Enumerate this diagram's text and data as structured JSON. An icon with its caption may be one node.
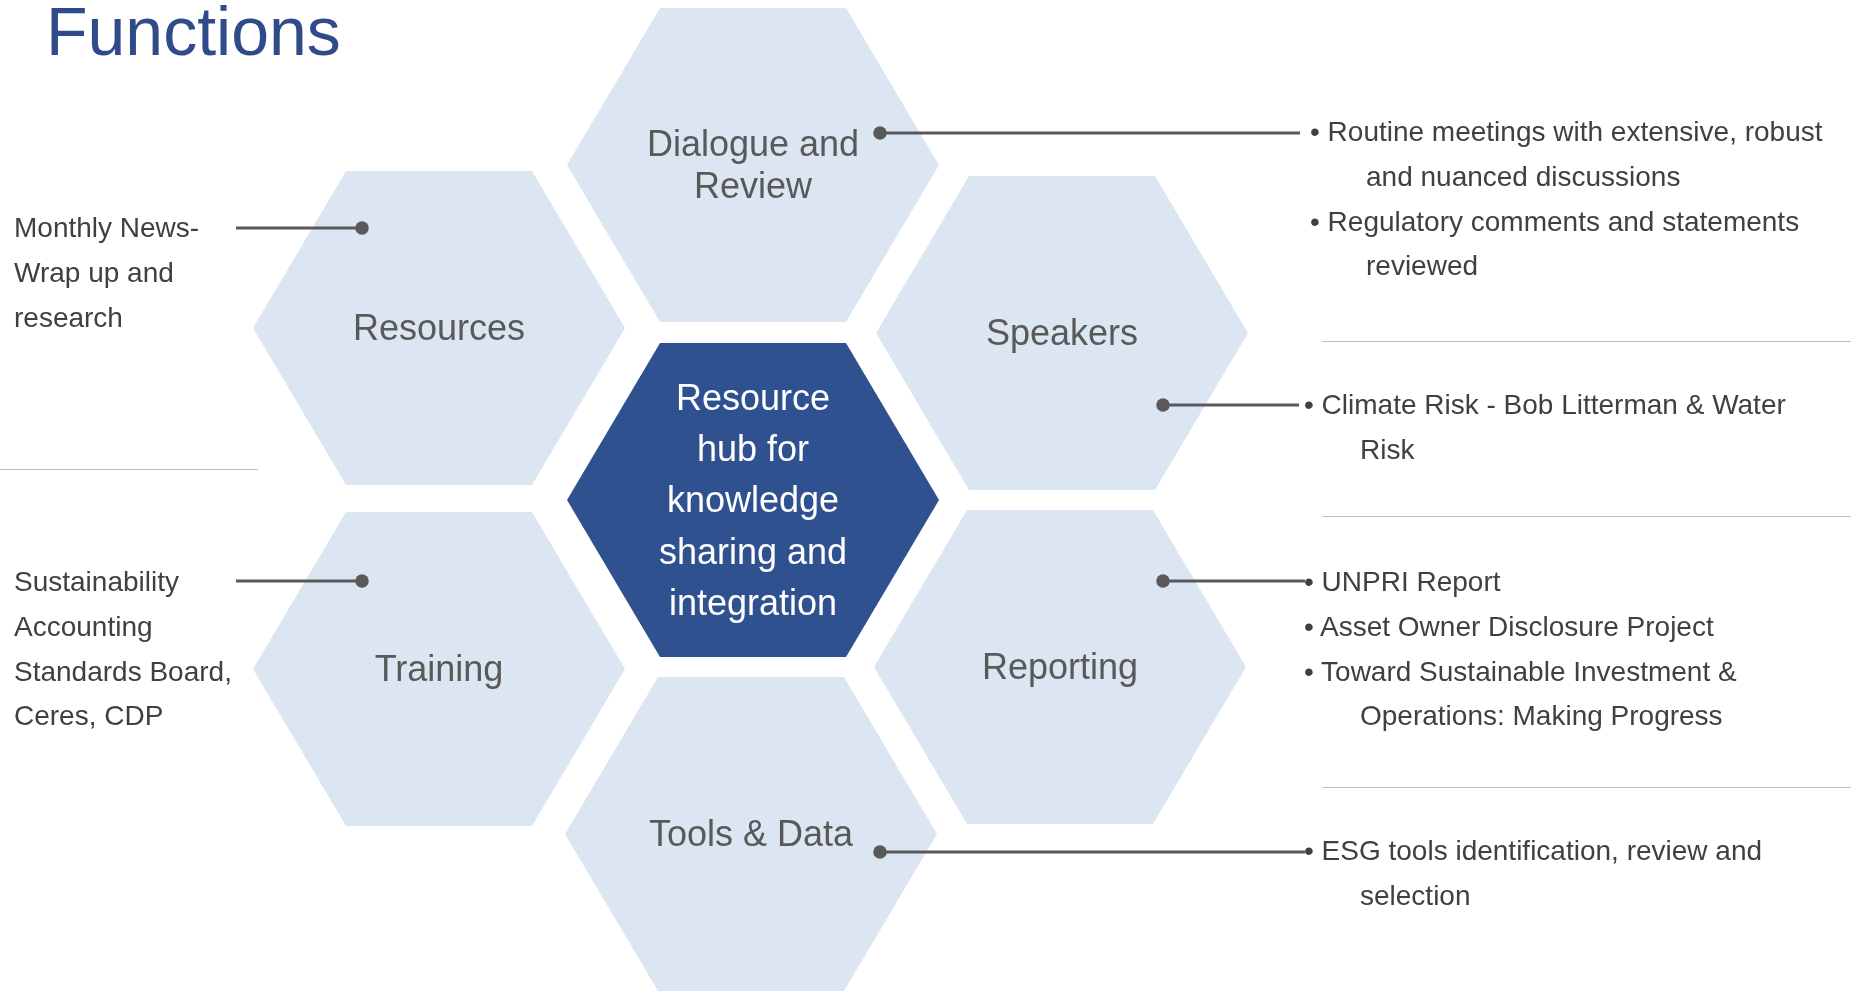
{
  "diagram": {
    "title": "Functions",
    "nodes": [
      {
        "text": [
          "Dialogue and Review"
        ]
      },
      {
        "text": [
          "Resources"
        ]
      },
      {
        "text": [
          "Speakers"
        ]
      },
      {
        "text": [
          "Resource hub for knowledge sharing and integration"
        ]
      },
      {
        "text": [
          "Training"
        ]
      },
      {
        "text": [
          "Reporting"
        ]
      },
      {
        "text": [
          "Tools & Data"
        ]
      },
      {
        "text": [
          "Monthly News-Wrap up and research"
        ]
      },
      {
        "text": [
          "• Routine meetings with extensive, robust and nuanced discussions",
          "• Regulatory comments and statements reviewed"
        ]
      },
      {
        "text": [
          "• Climate Risk - Bob Litterman & Water Risk"
        ]
      },
      {
        "text": [
          "Sustainability Accounting Standards Board, Ceres, CDP"
        ]
      },
      {
        "text": [
          "• UNPRI  Report",
          "• Asset Owner Disclosure Project",
          "• Toward Sustainable Investment & Operations: Making Progress"
        ]
      },
      {
        "text": [
          "• ESG tools identification, review and selection"
        ]
      }
    ],
    "edges": [
      {
        "from": 7,
        "to": 1,
        "arrow": "other"
      },
      {
        "from": 8,
        "to": 0,
        "arrow": "other"
      },
      {
        "from": 9,
        "to": 2,
        "arrow": "other"
      },
      {
        "from": 10,
        "to": 4,
        "arrow": "other"
      },
      {
        "from": 11,
        "to": 5,
        "arrow": "other"
      },
      {
        "from": 12,
        "to": 6,
        "arrow": "other"
      }
    ]
  }
}
